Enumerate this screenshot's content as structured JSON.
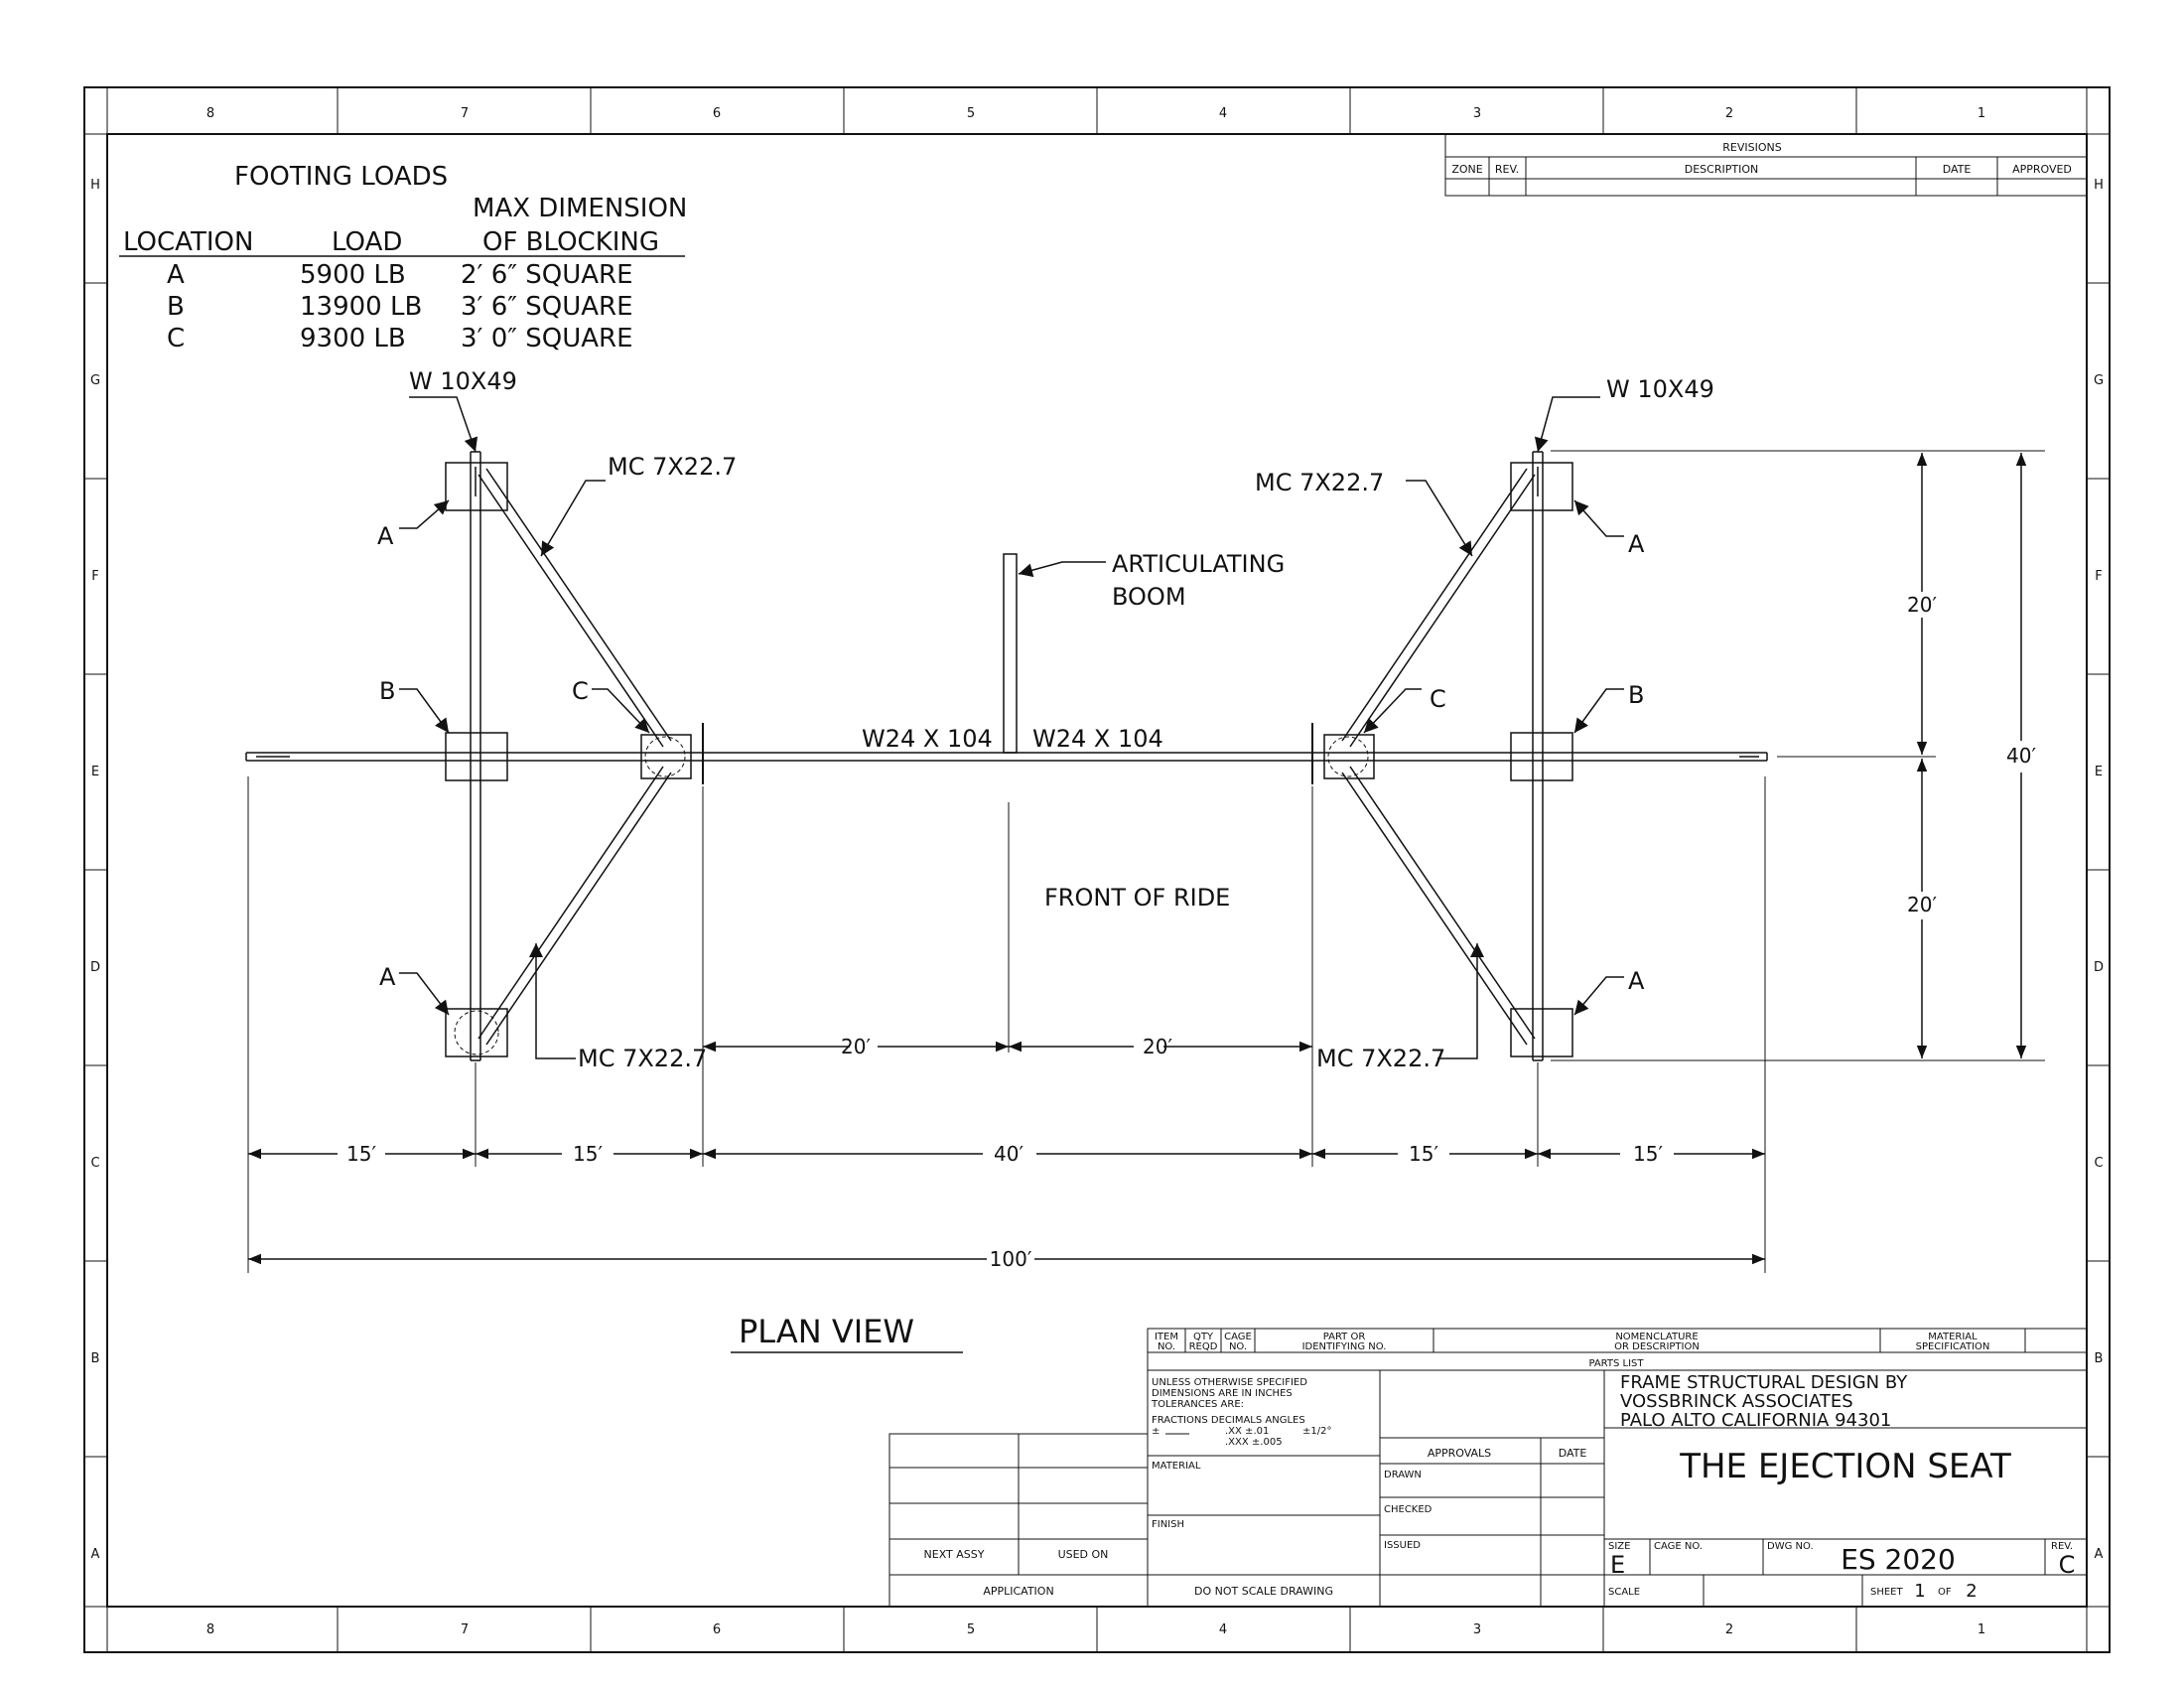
{
  "zones": {
    "columns": [
      "8",
      "7",
      "6",
      "5",
      "4",
      "3",
      "2",
      "1"
    ],
    "rows": [
      "H",
      "G",
      "F",
      "E",
      "D",
      "C",
      "B",
      "A"
    ]
  },
  "footing_loads": {
    "title": "FOOTING LOADS",
    "col_location": "LOCATION",
    "col_load": "LOAD",
    "col_dim_line1": "MAX DIMENSION",
    "col_dim_line2": "OF BLOCKING",
    "rows": [
      {
        "location": "A",
        "load": "5900 LB",
        "dim": "2′ 6″ SQUARE"
      },
      {
        "location": "B",
        "load": "13900 LB",
        "dim": "3′ 6″ SQUARE"
      },
      {
        "location": "C",
        "load": "9300 LB",
        "dim": "3′ 0″ SQUARE"
      }
    ]
  },
  "revisions": {
    "title": "REVISIONS",
    "zone": "ZONE",
    "rev": "REV.",
    "description": "DESCRIPTION",
    "date": "DATE",
    "approved": "APPROVED"
  },
  "labels": {
    "w10_left": "W 10X49",
    "w10_right": "W 10X49",
    "mc_upper_left": "MC 7X22.7",
    "mc_upper_right": "MC 7X22.7",
    "mc_lower_left": "MC 7X22.7",
    "mc_lower_right": "MC 7X22.7",
    "boom_line1": "ARTICULATING",
    "boom_line2": "BOOM",
    "w24_left": "W24 X 104",
    "w24_right": "W24 X 104",
    "front_of_ride": "FRONT OF RIDE",
    "plan_view": "PLAN VIEW",
    "callout_a": "A",
    "callout_b": "B",
    "callout_c": "C"
  },
  "dimensions": {
    "d20": "20′",
    "d15": "15′",
    "d40": "40′",
    "d100": "100′"
  },
  "parts_list": {
    "item_no": [
      "ITEM",
      "NO."
    ],
    "qty_reqd": [
      "QTY",
      "REQD"
    ],
    "cage_no": [
      "CAGE",
      "NO."
    ],
    "part_no": [
      "PART OR",
      "IDENTIFYING NO."
    ],
    "nomenclature": [
      "NOMENCLATURE",
      "OR DESCRIPTION"
    ],
    "material_spec": [
      "MATERIAL",
      "SPECIFICATION"
    ],
    "title": "PARTS LIST"
  },
  "title_block": {
    "tolerance_lines": [
      "UNLESS OTHERWISE SPECIFIED",
      "DIMENSIONS ARE IN INCHES",
      "TOLERANCES ARE:"
    ],
    "tol_headers": "FRACTIONS  DECIMALS  ANGLES",
    "tol_pm": "±",
    "tol_xx": ".XX ±.01",
    "tol_angle": "±1/2°",
    "tol_xxx": ".XXX ±.005",
    "material": "MATERIAL",
    "finish": "FINISH",
    "next_assy": "NEXT ASSY",
    "used_on": "USED ON",
    "application": "APPLICATION",
    "do_not_scale": "DO NOT SCALE DRAWING",
    "approvals": "APPROVALS",
    "date": "DATE",
    "drawn": "DRAWN",
    "checked": "CHECKED",
    "issued": "ISSUED",
    "company_lines": [
      "FRAME STRUCTURAL DESIGN BY",
      "VOSSBRINCK ASSOCIATES",
      "PALO ALTO CALIFORNIA 94301"
    ],
    "drawing_title": "THE EJECTION SEAT",
    "size_label": "SIZE",
    "size": "E",
    "cage_no_label": "CAGE NO.",
    "dwg_no_label": "DWG NO.",
    "dwg_no": "ES 2020",
    "rev_label": "REV.",
    "rev": "C",
    "scale_label": "SCALE",
    "sheet_label": "SHEET",
    "sheet_no": "1",
    "of_label": "OF",
    "sheet_total": "2"
  }
}
